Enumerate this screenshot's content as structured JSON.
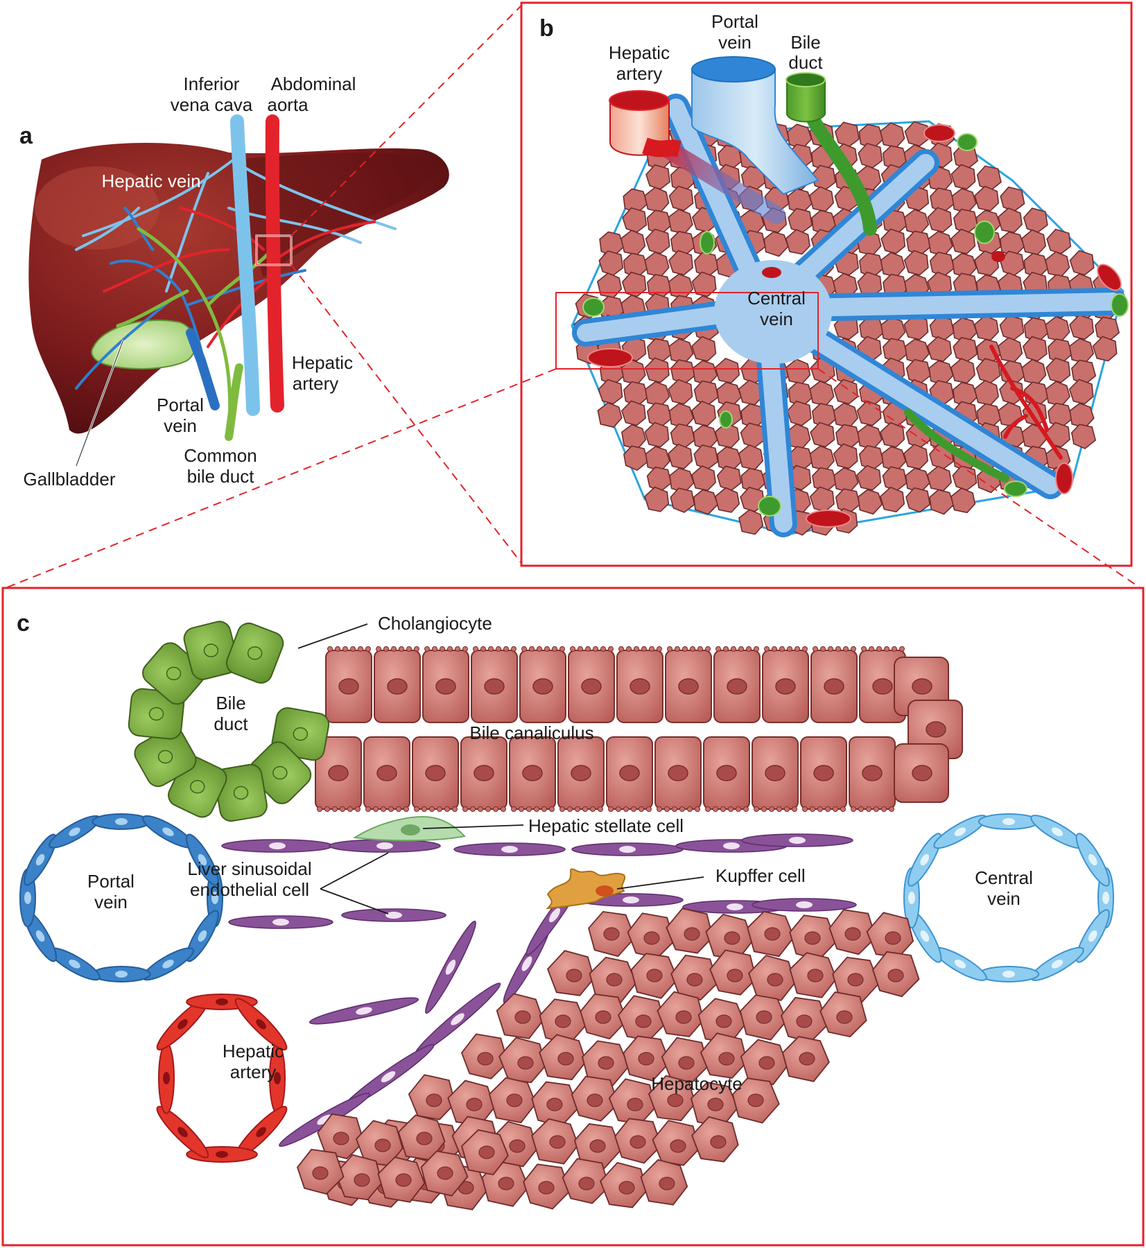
{
  "panels": {
    "a": {
      "letter": "a",
      "labels": {
        "ivc_1": "Inferior",
        "ivc_2": "vena cava",
        "aorta_1": "Abdominal",
        "aorta_2": "aorta",
        "hepatic_vein": "Hepatic vein",
        "hepatic_artery_1": "Hepatic",
        "hepatic_artery_2": "artery",
        "portal_vein_1": "Portal",
        "portal_vein_2": "vein",
        "cbd_1": "Common",
        "cbd_2": "bile duct",
        "gallbladder": "Gallbladder"
      }
    },
    "b": {
      "letter": "b",
      "labels": {
        "hepatic_artery_1": "Hepatic",
        "hepatic_artery_2": "artery",
        "portal_vein_1": "Portal",
        "portal_vein_2": "vein",
        "bile_duct_1": "Bile",
        "bile_duct_2": "duct",
        "central_vein_1": "Central",
        "central_vein_2": "vein"
      }
    },
    "c": {
      "letter": "c",
      "labels": {
        "cholangiocyte": "Cholangiocyte",
        "bile_duct_1": "Bile",
        "bile_duct_2": "duct",
        "bile_canaliculus": "Bile canaliculus",
        "hepatic_stellate_cell": "Hepatic stellate cell",
        "lsec_1": "Liver sinusoidal",
        "lsec_2": "endothelial cell",
        "kupffer_cell": "Kupffer cell",
        "portal_vein_1": "Portal",
        "portal_vein_2": "vein",
        "central_vein_1": "Central",
        "central_vein_2": "vein",
        "hepatic_artery_1": "Hepatic",
        "hepatic_artery_2": "artery",
        "hepatocyte": "Hepatocyte"
      }
    }
  },
  "colors": {
    "frame": "#e3232b",
    "liver": "#7e1a1c",
    "portal": "#2f7fd0",
    "hepatic_vein": "#7cc3ec",
    "artery": "#e3232b",
    "bile": "#7fbb3f",
    "hepatocyte": "#c9706c",
    "cholangiocyte": "#6f9e35",
    "lsec": "#8a5298",
    "stellate": "#b6dcae",
    "kupffer": "#e0a040"
  }
}
